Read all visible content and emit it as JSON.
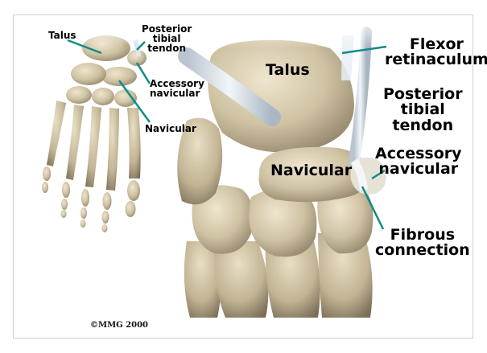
{
  "figure": {
    "copyright": "©MMG 2000",
    "colors": {
      "bone": "#d8ccaf",
      "bone_shadow": "#8f826a",
      "tendon": "#dde4ea",
      "leader": "#108c88",
      "frame": "#cfcfcf"
    },
    "labels_small": {
      "talus": "Talus",
      "posterior_tibial_tendon": [
        "Posterior",
        "tibial",
        "tendon"
      ],
      "accessory_navicular": [
        "Accessory",
        "navicular"
      ],
      "navicular": "Navicular"
    },
    "labels_large": {
      "talus": "Talus",
      "flexor_retinaculum": [
        "Flexor",
        "retinaculum"
      ],
      "posterior_tibial_tendon": [
        "Posterior",
        "tibial",
        "tendon"
      ],
      "navicular": "Navicular",
      "accessory_navicular": [
        "Accessory",
        "navicular"
      ],
      "fibrous_connection": [
        "Fibrous",
        "connection"
      ]
    }
  }
}
